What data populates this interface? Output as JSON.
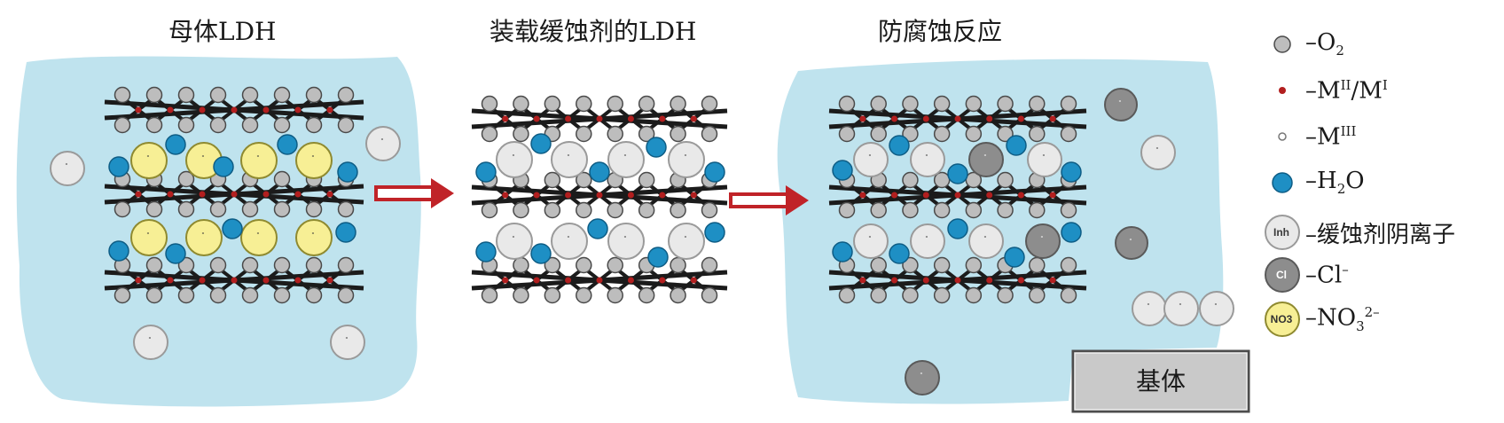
{
  "titles": {
    "parent": "母体LDH",
    "loaded": "装载缓蚀剂的LDH",
    "reaction": "防腐蚀反应"
  },
  "particles": {
    "inhibitor": "Inh",
    "chloride": "Cl",
    "nitrate": "NO3"
  },
  "substrate": "基体",
  "legend": [
    {
      "icon": "o2-dot-icon",
      "dash": "–",
      "base": "O",
      "sub": "2",
      "sup": ""
    },
    {
      "icon": "divalent-metal-dot-icon",
      "dash": "–",
      "base": "M",
      "sup": "II",
      "mid": "/M",
      "sup2": "I"
    },
    {
      "icon": "trivalent-metal-dot-icon",
      "dash": "–",
      "base": "M",
      "sup": "III"
    },
    {
      "icon": "water-molecule-icon",
      "dash": "–",
      "base": "H",
      "sub": "2",
      "tail": "O"
    },
    {
      "icon": "inhibitor-anion-icon",
      "dash": "–",
      "text": "缓蚀剂阴离子"
    },
    {
      "icon": "chloride-ion-icon",
      "dash": "–",
      "base": "Cl",
      "sup": "–"
    },
    {
      "icon": "nitrate-ion-icon",
      "dash": "–",
      "base": "NO",
      "sup": "2–",
      "sub": "3"
    }
  ],
  "colors": {
    "solution": "#bfe3ee",
    "water": "#1e8fc4",
    "inhibitor_fill": "#e9e9e9",
    "chloride_fill": "#8d8d8d",
    "nitrate_fill": "#f7ef95",
    "layer_node": "#bdbdbd",
    "metal_red": "#b21f1f",
    "arrow": "#c02328",
    "substrate_fill": "#c9c9c9"
  }
}
